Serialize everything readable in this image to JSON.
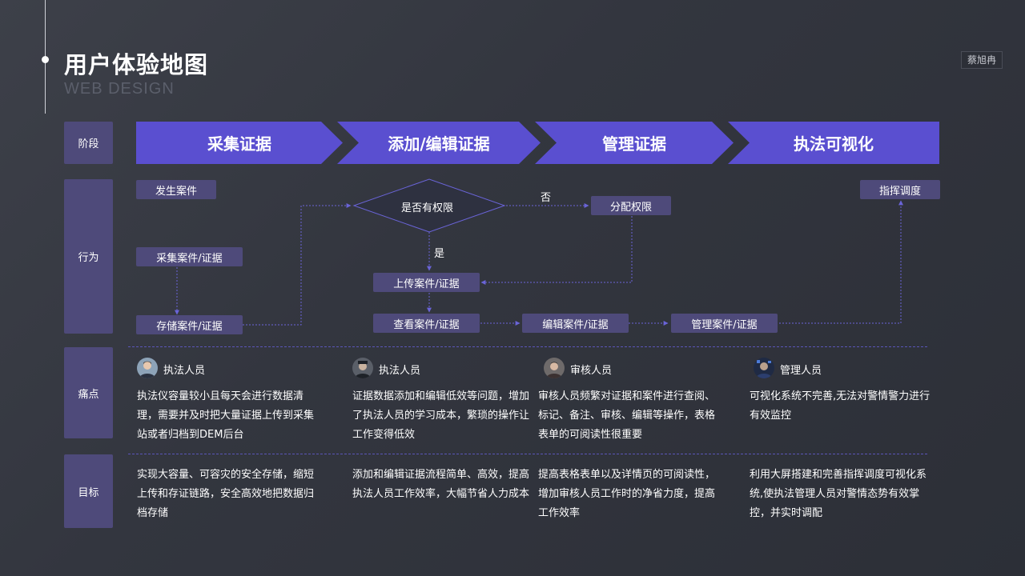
{
  "header": {
    "title": "用户体验地图",
    "subtitle": "WEB DESIGN",
    "author": "蔡旭冉"
  },
  "rows": {
    "stage": "阶段",
    "action": "行为",
    "pain": "痛点",
    "goal": "目标"
  },
  "stages": [
    "采集证据",
    "添加/编辑证据",
    "管理证据",
    "执法可视化"
  ],
  "flow": {
    "nodes": {
      "case_occur": "发生案件",
      "collect": "采集案件/证据",
      "store": "存储案件/证据",
      "permission": "是否有权限",
      "assign": "分配权限",
      "upload": "上传案件/证据",
      "view": "查看案件/证据",
      "edit": "编辑案件/证据",
      "manage": "管理案件/证据",
      "dispatch": "指挥调度"
    },
    "labels": {
      "no": "否",
      "yes": "是"
    }
  },
  "pain_points": [
    {
      "persona": "执法人员",
      "avatar": "male-portrait",
      "text": "执法仪容量较小且每天会进行数据清理，需要并及时把大量证据上传到采集站或者归档到DEM后台"
    },
    {
      "persona": "执法人员",
      "avatar": "officer-portrait",
      "text": "证据数据添加和编辑低效等问题，增加了执法人员的学习成本，繁琐的操作让工作变得低效"
    },
    {
      "persona": "审核人员",
      "avatar": "reviewer-portrait",
      "text": " 审核人员频繁对证据和案件进行查阅、标记、备注、审核、编辑等操作，表格表单的可阅读性很重要"
    },
    {
      "persona": "管理人员",
      "avatar": "manager-portrait",
      "text": " 可视化系统不完善,无法对警情警力进行有效监控"
    }
  ],
  "goals": [
    "实现大容量、可容灾的安全存储，缩短上传和存证链路，安全高效地把数据归档存储",
    "添加和编辑证据流程简单、高效，提高执法人员工作效率，大幅节省人力成本",
    "提高表格表单以及详情页的可阅读性，增加审核人员工作时的净省力度，提高工作效率",
    "利用大屏搭建和完善指挥调度可视化系统,使执法管理人员对警情态势有效掌控，并实时调配"
  ],
  "colors": {
    "accent": "#5a4fd0",
    "panel": "#4e4a7a",
    "connector": "#6a64d8",
    "background": "#33363f"
  }
}
